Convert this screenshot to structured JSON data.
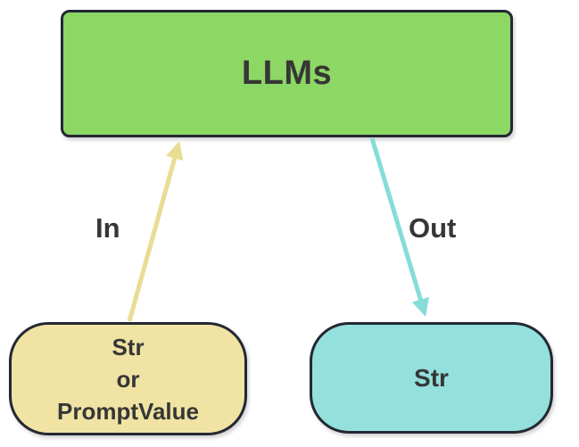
{
  "diagram": {
    "description": "LLM input/output flow diagram",
    "background": "#ffffff",
    "border_color": "#232833",
    "text_color": "#363636"
  },
  "nodes": {
    "llm": {
      "label": "LLMs",
      "fill": "#8dd765"
    },
    "input": {
      "lines": [
        "Str",
        "or",
        "PromptValue"
      ],
      "fill": "#f0e3a3"
    },
    "output": {
      "label": "Str",
      "fill": "#93e0dd"
    }
  },
  "edges": {
    "in": {
      "label": "In",
      "color": "#e9dc93",
      "from": "input",
      "to": "llm"
    },
    "out": {
      "label": "Out",
      "color": "#85dcd9",
      "from": "llm",
      "to": "output"
    }
  }
}
